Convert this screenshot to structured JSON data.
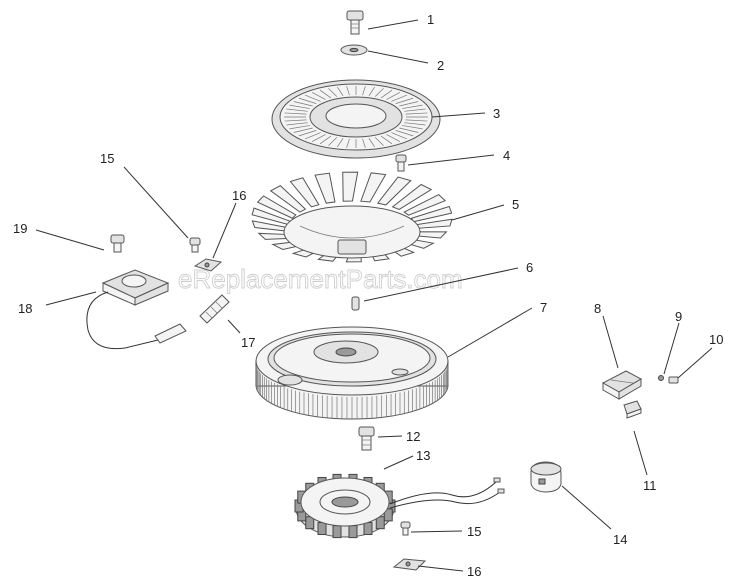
{
  "watermark": "eReplacementParts.com",
  "callouts": [
    {
      "id": "c1",
      "label": "1"
    },
    {
      "id": "c2",
      "label": "2"
    },
    {
      "id": "c3",
      "label": "3"
    },
    {
      "id": "c4",
      "label": "4"
    },
    {
      "id": "c5",
      "label": "5"
    },
    {
      "id": "c6",
      "label": "6"
    },
    {
      "id": "c7",
      "label": "7"
    },
    {
      "id": "c8",
      "label": "8"
    },
    {
      "id": "c9",
      "label": "9"
    },
    {
      "id": "c10",
      "label": "10"
    },
    {
      "id": "c11",
      "label": "11"
    },
    {
      "id": "c12",
      "label": "12"
    },
    {
      "id": "c13",
      "label": "13"
    },
    {
      "id": "c14",
      "label": "14"
    },
    {
      "id": "c15a",
      "label": "15"
    },
    {
      "id": "c15b",
      "label": "15"
    },
    {
      "id": "c16a",
      "label": "16"
    },
    {
      "id": "c16b",
      "label": "16"
    },
    {
      "id": "c17",
      "label": "17"
    },
    {
      "id": "c18",
      "label": "18"
    },
    {
      "id": "c19",
      "label": "19"
    }
  ]
}
